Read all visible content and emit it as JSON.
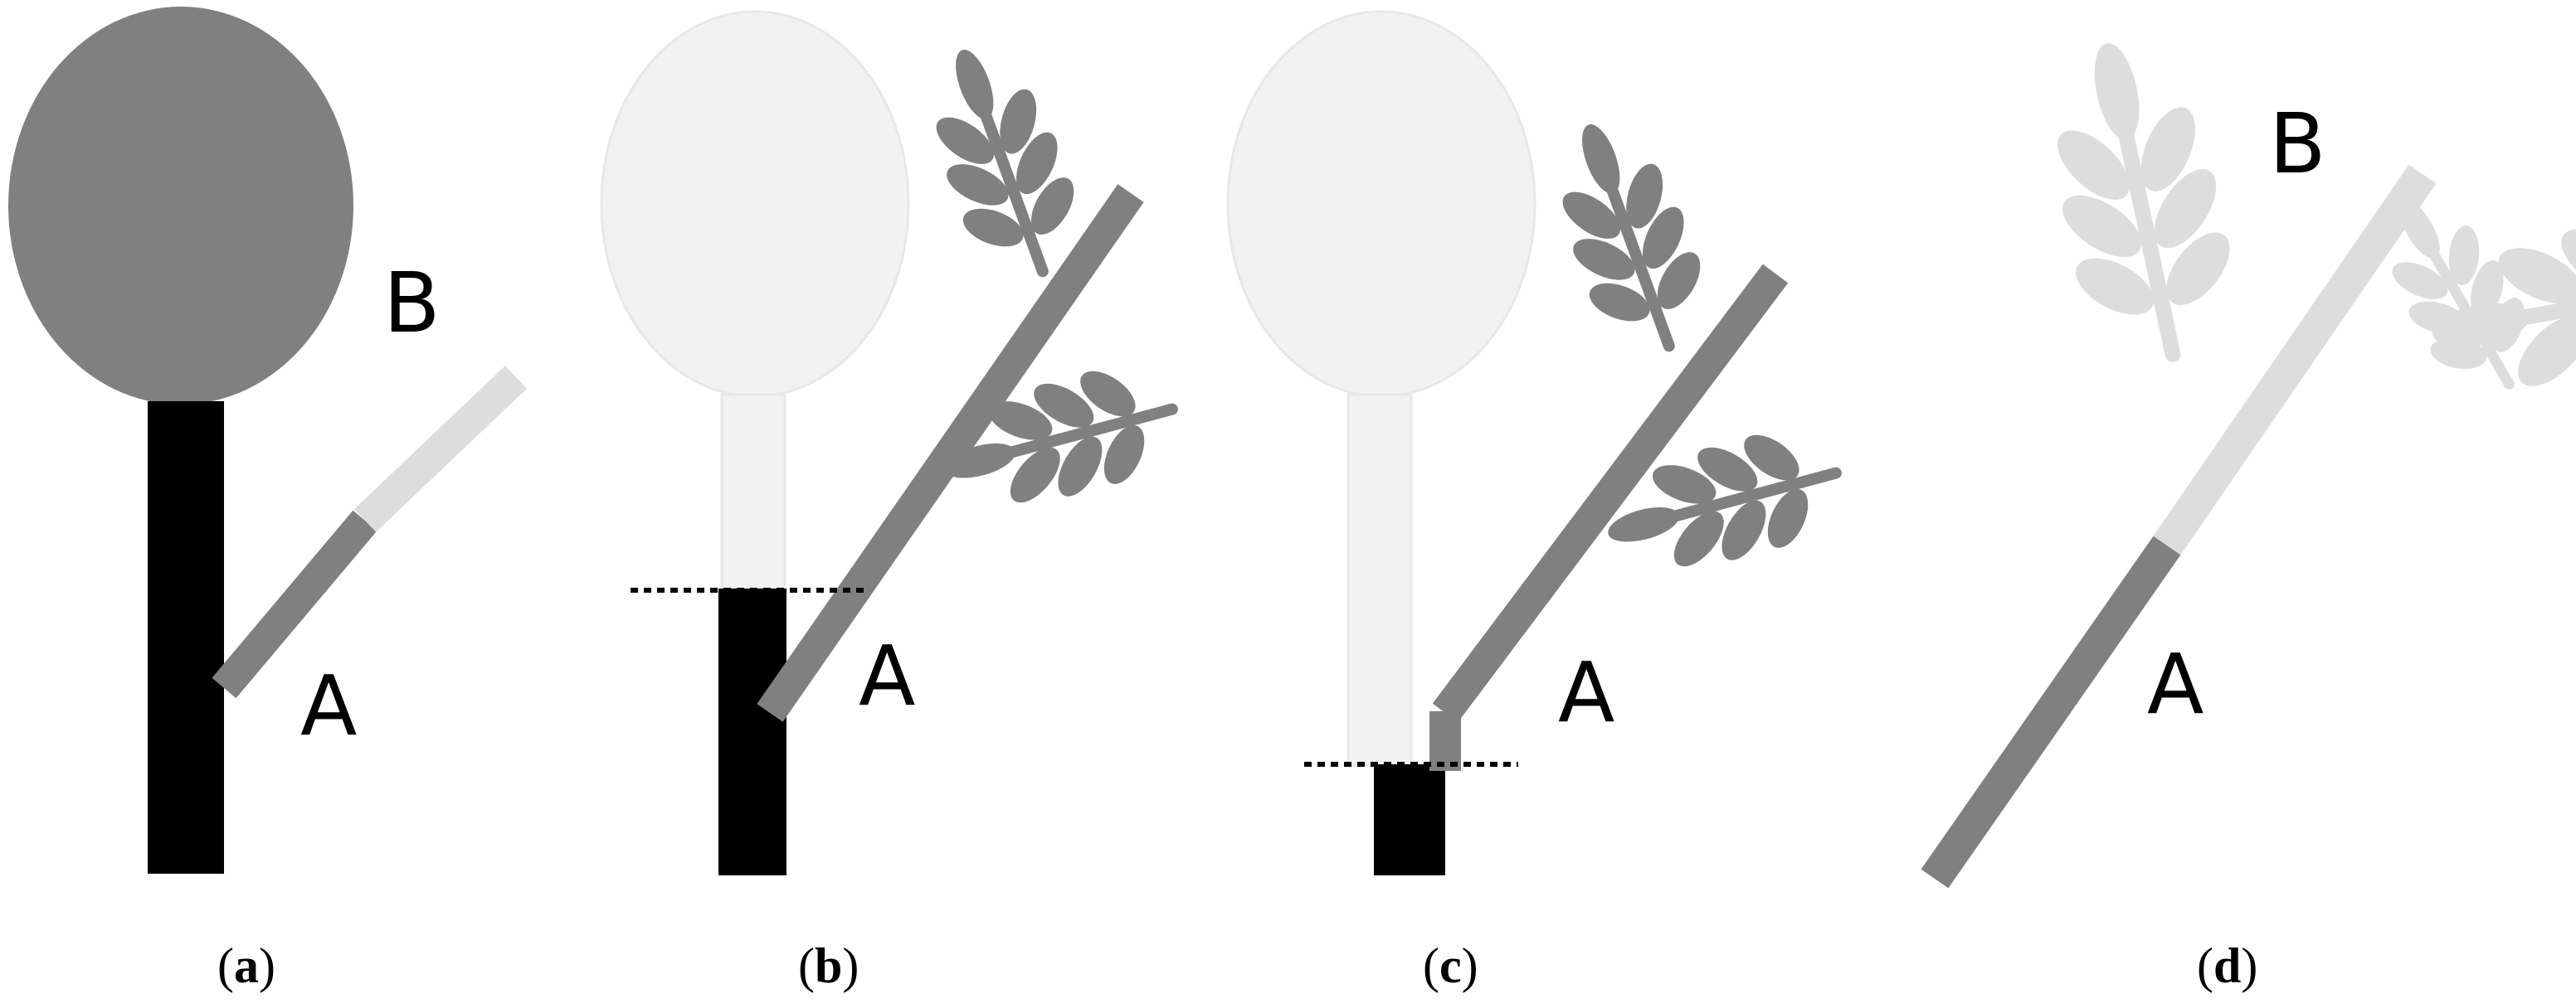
{
  "panels": [
    {
      "caption": {
        "open": "(",
        "letter": "a",
        "close": ")"
      },
      "labels": {
        "a": "A",
        "b": "B"
      }
    },
    {
      "caption": {
        "open": "(",
        "letter": "b",
        "close": ")"
      },
      "labels": {
        "a": "A"
      }
    },
    {
      "caption": {
        "open": "(",
        "letter": "c",
        "close": ")"
      },
      "labels": {
        "a": "A"
      }
    },
    {
      "caption": {
        "open": "(",
        "letter": "d",
        "close": ")"
      },
      "labels": {
        "a": "A",
        "b": "B"
      }
    }
  ],
  "colors": {
    "stem_dark": "#000000",
    "canopy_dark": "#808080",
    "branch": "#808080",
    "faded": "#dddddd",
    "ghost": "#f2f2f2",
    "cut_line": "#000000"
  }
}
